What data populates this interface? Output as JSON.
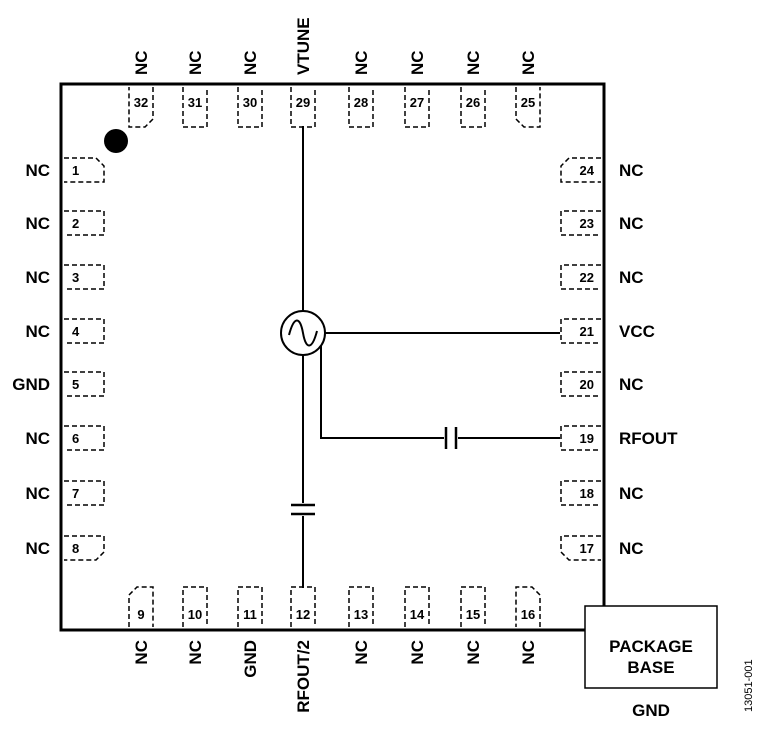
{
  "figure_id": "13051-001",
  "package_base": {
    "line1": "PACKAGE",
    "line2": "BASE",
    "net": "GND"
  },
  "pins": {
    "left": [
      {
        "num": "1",
        "name": "NC"
      },
      {
        "num": "2",
        "name": "NC"
      },
      {
        "num": "3",
        "name": "NC"
      },
      {
        "num": "4",
        "name": "NC"
      },
      {
        "num": "5",
        "name": "GND"
      },
      {
        "num": "6",
        "name": "NC"
      },
      {
        "num": "7",
        "name": "NC"
      },
      {
        "num": "8",
        "name": "NC"
      }
    ],
    "bottom": [
      {
        "num": "9",
        "name": "NC"
      },
      {
        "num": "10",
        "name": "NC"
      },
      {
        "num": "11",
        "name": "GND"
      },
      {
        "num": "12",
        "name": "RFOUT/2"
      },
      {
        "num": "13",
        "name": "NC"
      },
      {
        "num": "14",
        "name": "NC"
      },
      {
        "num": "15",
        "name": "NC"
      },
      {
        "num": "16",
        "name": "NC"
      }
    ],
    "right": [
      {
        "num": "17",
        "name": "NC"
      },
      {
        "num": "18",
        "name": "NC"
      },
      {
        "num": "19",
        "name": "RFOUT"
      },
      {
        "num": "20",
        "name": "NC"
      },
      {
        "num": "21",
        "name": "VCC"
      },
      {
        "num": "22",
        "name": "NC"
      },
      {
        "num": "23",
        "name": "NC"
      },
      {
        "num": "24",
        "name": "NC"
      }
    ],
    "top": [
      {
        "num": "25",
        "name": "NC"
      },
      {
        "num": "26",
        "name": "NC"
      },
      {
        "num": "27",
        "name": "NC"
      },
      {
        "num": "28",
        "name": "NC"
      },
      {
        "num": "29",
        "name": "VTUNE"
      },
      {
        "num": "30",
        "name": "NC"
      },
      {
        "num": "31",
        "name": "NC"
      },
      {
        "num": "32",
        "name": "NC"
      }
    ]
  }
}
